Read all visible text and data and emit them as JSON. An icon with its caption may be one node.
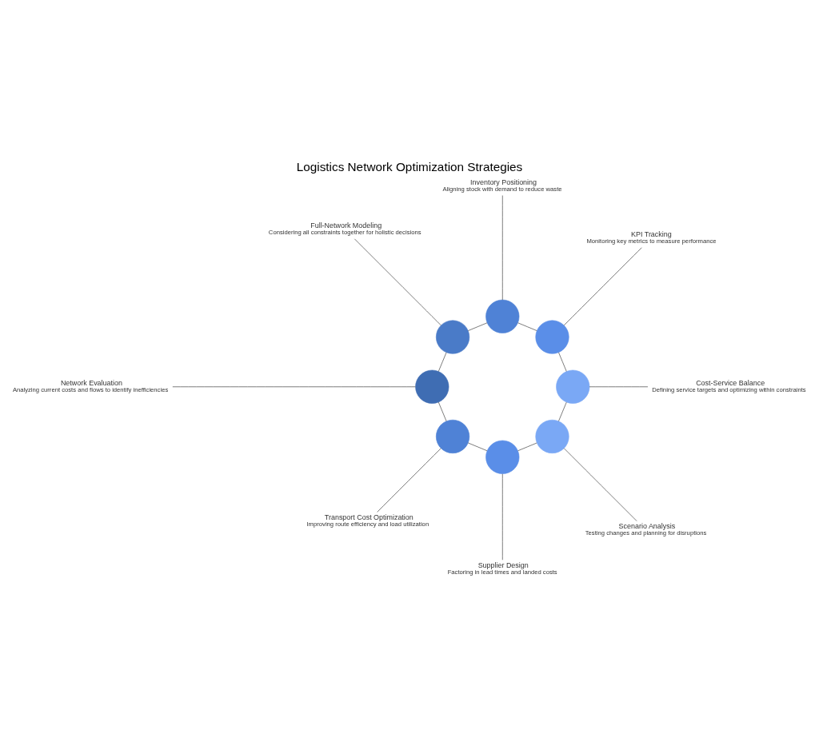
{
  "diagram": {
    "title": "Logistics Network Optimization Strategies",
    "nodes": [
      {
        "text": [
          "Network Evaluation",
          "Analyzing current costs and flows to identify inefficiencies"
        ]
      },
      {
        "text": [],
        "shape": "circle"
      },
      {
        "text": [
          "Full-Network Modeling",
          "Considering all constraints together for holistic decisions"
        ]
      },
      {
        "text": [],
        "shape": "circle"
      },
      {
        "text": [
          "Transport Cost Optimization",
          "Improving route efficiency and load utilization"
        ]
      },
      {
        "text": [],
        "shape": "circle"
      },
      {
        "text": [
          "Inventory Positioning",
          "Aligning stock with demand to reduce waste"
        ]
      },
      {
        "text": [],
        "shape": "circle"
      },
      {
        "text": [
          "Supplier Design",
          "Factoring in lead times and landed costs"
        ]
      },
      {
        "text": [],
        "shape": "circle"
      },
      {
        "text": [
          "KPI Tracking",
          "Monitoring key metrics to measure performance"
        ]
      },
      {
        "text": [],
        "shape": "circle"
      },
      {
        "text": [
          "Scenario Analysis",
          "Testing changes and planning for disruptions"
        ]
      },
      {
        "text": [],
        "shape": "circle"
      },
      {
        "text": [
          "Cost-Service Balance",
          "Defining service targets and optimizing within constraints"
        ]
      },
      {
        "text": [],
        "shape": "circle"
      }
    ],
    "edges": [
      {
        "from": 0,
        "to": 1,
        "arrow": "none"
      },
      {
        "from": 2,
        "to": 3,
        "arrow": "none"
      },
      {
        "from": 4,
        "to": 5,
        "arrow": "none"
      },
      {
        "from": 6,
        "to": 7,
        "arrow": "none"
      },
      {
        "from": 8,
        "to": 9,
        "arrow": "none"
      },
      {
        "from": 10,
        "to": 11,
        "arrow": "none"
      },
      {
        "from": 12,
        "to": 13,
        "arrow": "none"
      },
      {
        "from": 14,
        "to": 15,
        "arrow": "none"
      },
      {
        "from": 1,
        "to": 3,
        "arrow": "none"
      },
      {
        "from": 3,
        "to": 7,
        "arrow": "none"
      },
      {
        "from": 7,
        "to": 11,
        "arrow": "none"
      },
      {
        "from": 11,
        "to": 15,
        "arrow": "none"
      },
      {
        "from": 15,
        "to": 13,
        "arrow": "none"
      },
      {
        "from": 13,
        "to": 9,
        "arrow": "none"
      },
      {
        "from": 9,
        "to": 5,
        "arrow": "none"
      },
      {
        "from": 5,
        "to": 1,
        "arrow": "none"
      }
    ]
  }
}
